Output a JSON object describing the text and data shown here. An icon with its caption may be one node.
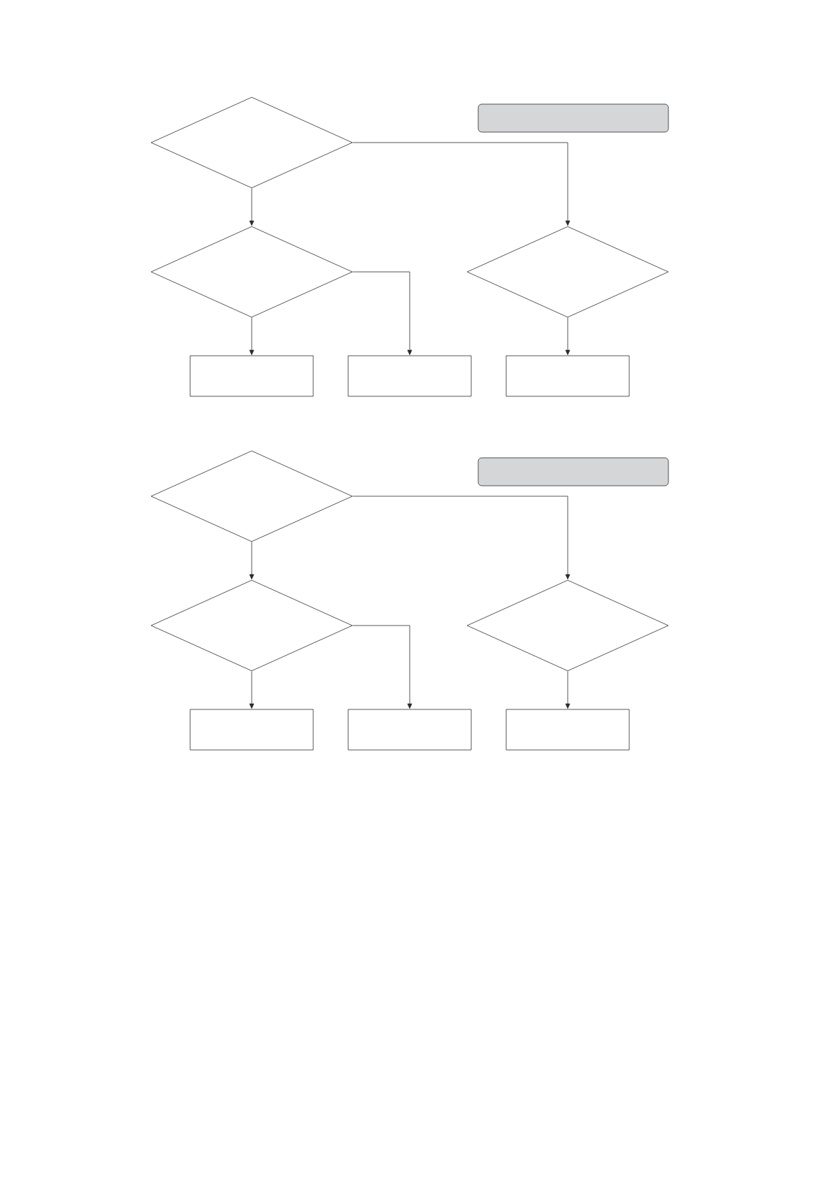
{
  "diagram": {
    "nodes": [
      {
        "text": [],
        "shape": "diamond"
      },
      {
        "text": [],
        "shape": "box"
      },
      {
        "text": [],
        "shape": "diamond"
      },
      {
        "text": [],
        "shape": "diamond"
      },
      {
        "text": [],
        "shape": "box"
      },
      {
        "text": [],
        "shape": "box"
      },
      {
        "text": [],
        "shape": "box"
      },
      {
        "text": [],
        "shape": "diamond"
      },
      {
        "text": [],
        "shape": "box"
      },
      {
        "text": [],
        "shape": "diamond"
      },
      {
        "text": [],
        "shape": "diamond"
      },
      {
        "text": [],
        "shape": "box"
      },
      {
        "text": [],
        "shape": "box"
      },
      {
        "text": [],
        "shape": "box"
      }
    ],
    "edges": [
      {
        "from": 0,
        "to": 2,
        "arrow": "to"
      },
      {
        "from": 0,
        "to": 3,
        "arrow": "to"
      },
      {
        "from": 2,
        "to": 4,
        "arrow": "to"
      },
      {
        "from": 2,
        "to": 5,
        "arrow": "to"
      },
      {
        "from": 3,
        "to": 6,
        "arrow": "to"
      },
      {
        "from": 7,
        "to": 9,
        "arrow": "to"
      },
      {
        "from": 7,
        "to": 10,
        "arrow": "to"
      },
      {
        "from": 9,
        "to": 11,
        "arrow": "to"
      },
      {
        "from": 9,
        "to": 12,
        "arrow": "to"
      },
      {
        "from": 10,
        "to": 13,
        "arrow": "to"
      }
    ]
  }
}
